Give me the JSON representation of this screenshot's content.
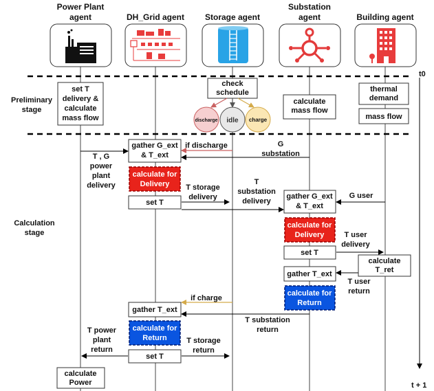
{
  "agents": {
    "power_plant": [
      "Power Plant",
      "agent"
    ],
    "dh_grid": "DH_Grid agent",
    "storage": "Storage agent",
    "substation": [
      "Substation",
      "agent"
    ],
    "building": "Building agent"
  },
  "stages": {
    "preliminary": [
      "Preliminary",
      "stage"
    ],
    "calculation": [
      "Calculation",
      "stage"
    ]
  },
  "time": {
    "start": "t0",
    "end": "t + 1"
  },
  "preliminary": {
    "power_plant_box": [
      "set T",
      "delivery &",
      "calculate",
      "mass flow"
    ],
    "storage_box": [
      "check",
      "schedule"
    ],
    "storage_states": {
      "discharge": "discharge",
      "idle": "idle",
      "charge": "charge"
    },
    "substation_box": [
      "calculate",
      "mass flow"
    ],
    "building_box_1": [
      "thermal",
      "demand"
    ],
    "building_box_2": "mass flow"
  },
  "calculation": {
    "grid_gather_1": [
      "gather G_ext",
      "& T_ext"
    ],
    "grid_calc_delivery": [
      "calculate for",
      "Delivery"
    ],
    "grid_set_t_1": "set T",
    "grid_gather_2": "gather T_ext",
    "grid_calc_return": [
      "calculate for",
      "Return"
    ],
    "grid_set_t_2": "set T",
    "pp_calculate_power": [
      "calculate",
      "Power"
    ],
    "sub_gather_1": [
      "gather G_ext",
      "& T_ext"
    ],
    "sub_calc_delivery": [
      "calculate for",
      "Delivery"
    ],
    "sub_set_t": "set T",
    "sub_gather_2": "gather T_ext",
    "sub_calc_return": [
      "calculate for",
      "Return"
    ],
    "bld_calculate_tret": [
      "calculate",
      "T_ret"
    ]
  },
  "messages": {
    "tg_pp_delivery": [
      "T , G",
      "power",
      "plant",
      "delivery"
    ],
    "if_discharge": "if discharge",
    "g_substation": [
      "G",
      "substation"
    ],
    "t_storage_delivery": [
      "T storage",
      "delivery"
    ],
    "t_substation_delivery": [
      "T",
      "substation",
      "delivery"
    ],
    "g_user": "G user",
    "t_user_delivery": [
      "T user",
      "delivery"
    ],
    "t_user_return": [
      "T user",
      "return"
    ],
    "if_charge": "if charge",
    "t_substation_return": [
      "T substation",
      "return"
    ],
    "t_pp_return": [
      "T power",
      "plant",
      "return"
    ],
    "t_storage_return": [
      "T storage",
      "return"
    ]
  },
  "colors": {
    "red_box": "#e8231b",
    "blue_box": "#0a55e0",
    "discharge_arrow": "#c96060",
    "charge_arrow": "#d4aa4a",
    "discharge_circle": "#f6cfd0",
    "idle_circle": "#e8e8e8",
    "charge_circle": "#fbe7b4",
    "storage_icon": "#29a3e6",
    "substation_icon": "#e33a3a",
    "building_icon": "#e83c3c"
  },
  "icons": [
    "power-plant-icon",
    "district-heating-grid-icon",
    "storage-tank-icon",
    "substation-icon",
    "building-icon"
  ]
}
